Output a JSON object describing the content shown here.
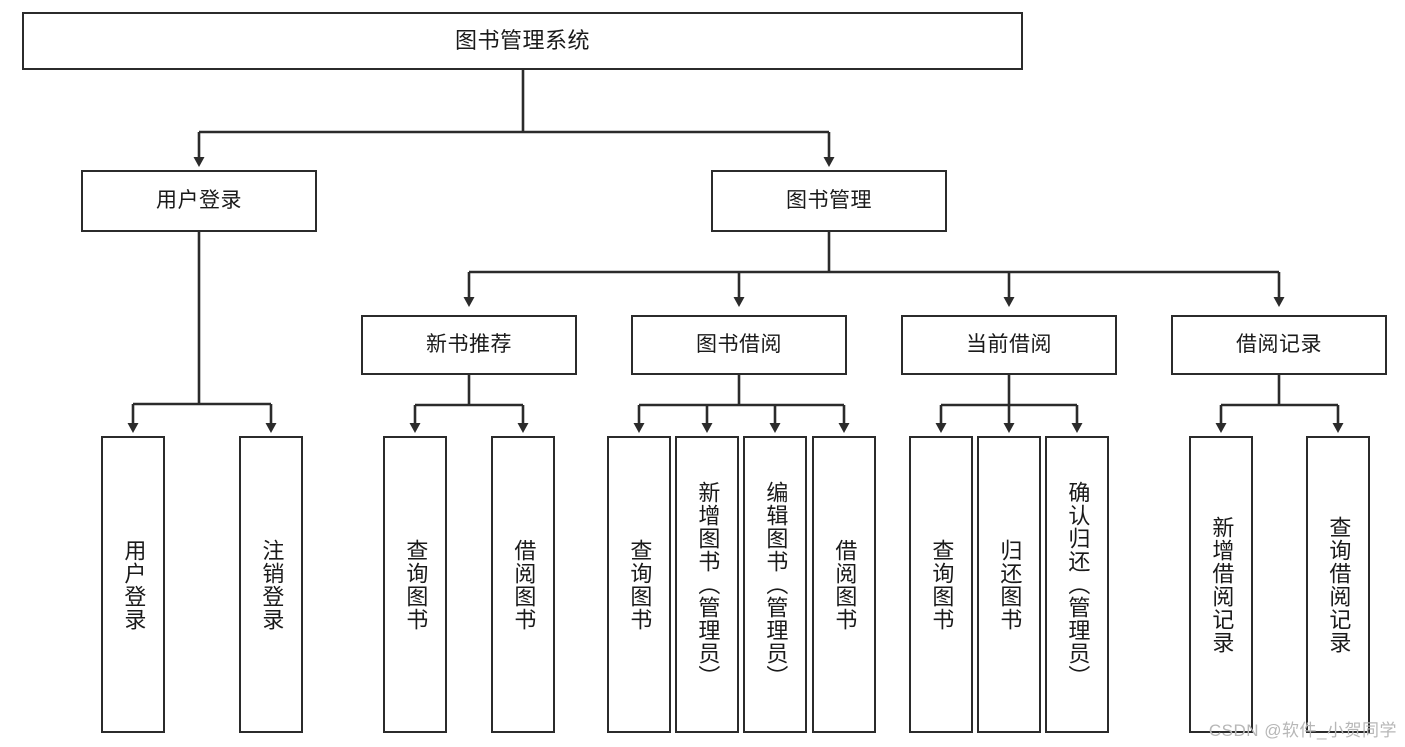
{
  "diagram": {
    "type": "tree-hierarchy",
    "title": "图书管理系统",
    "watermark": "CSDN @软件_小贺同学",
    "colors": {
      "box_border": "#2b2b2b",
      "box_fill": "#ffffff",
      "edge": "#2b2b2b",
      "text": "#1a1a1a",
      "watermark": "#b7b7b7",
      "background": "#ffffff"
    },
    "levels": {
      "root": {
        "label": "图书管理系统"
      },
      "level2": [
        {
          "id": "user-login",
          "label": "用户登录"
        },
        {
          "id": "book-manage",
          "label": "图书管理"
        }
      ],
      "level3": [
        {
          "id": "new-book-recommend",
          "label": "新书推荐",
          "parent": "book-manage"
        },
        {
          "id": "book-borrow",
          "label": "图书借阅",
          "parent": "book-manage"
        },
        {
          "id": "current-borrow",
          "label": "当前借阅",
          "parent": "book-manage"
        },
        {
          "id": "borrow-record",
          "label": "借阅记录",
          "parent": "book-manage"
        }
      ],
      "leaves": [
        {
          "id": "leaf-user-login",
          "label": "用户登录",
          "parent": "user-login"
        },
        {
          "id": "leaf-user-logout",
          "label": "注销登录",
          "parent": "user-login"
        },
        {
          "id": "leaf-query-book-1",
          "label": "查询图书",
          "parent": "new-book-recommend"
        },
        {
          "id": "leaf-borrow-book-1",
          "label": "借阅图书",
          "parent": "new-book-recommend"
        },
        {
          "id": "leaf-query-book-2",
          "label": "查询图书",
          "parent": "book-borrow"
        },
        {
          "id": "leaf-add-book",
          "label": "新增图书（管理员）",
          "parent": "book-borrow"
        },
        {
          "id": "leaf-edit-book",
          "label": "编辑图书（管理员）",
          "parent": "book-borrow"
        },
        {
          "id": "leaf-borrow-book-2",
          "label": "借阅图书",
          "parent": "book-borrow"
        },
        {
          "id": "leaf-query-book-3",
          "label": "查询图书",
          "parent": "current-borrow"
        },
        {
          "id": "leaf-return-book",
          "label": "归还图书",
          "parent": "current-borrow"
        },
        {
          "id": "leaf-confirm-return",
          "label": "确认归还（管理员）",
          "parent": "current-borrow"
        },
        {
          "id": "leaf-add-record",
          "label": "新增借阅记录",
          "parent": "borrow-record"
        },
        {
          "id": "leaf-query-record",
          "label": "查询借阅记录",
          "parent": "borrow-record"
        }
      ]
    }
  }
}
